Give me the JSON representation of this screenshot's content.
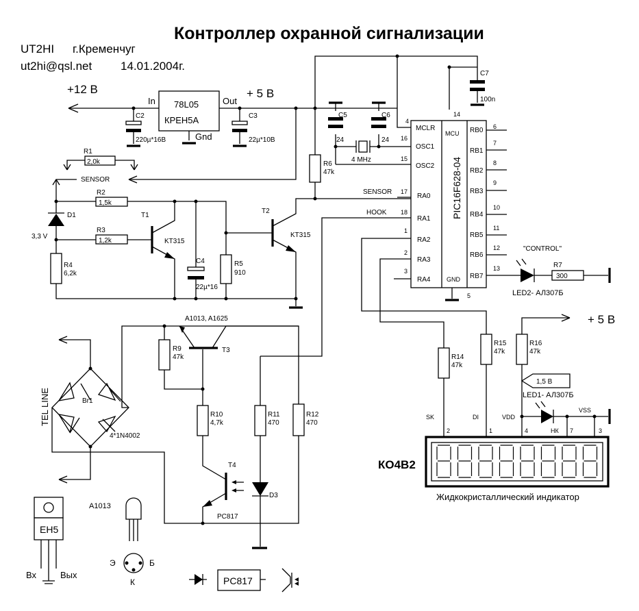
{
  "header": {
    "title": "Контроллер охранной сигнализации",
    "author": "UT2HI",
    "city": "г.Кременчуг",
    "email": "ut2hi@qsl.net",
    "date": "14.01.2004г."
  },
  "power": {
    "v12": "+12 В",
    "v5": "+ 5 В",
    "v5b": "+ 5 В",
    "reg_in": "In",
    "reg_out": "Out",
    "reg_gnd": "Gnd",
    "reg_name1": "78L05",
    "reg_name2": "КРЕН5А"
  },
  "caps": {
    "c2": "C2",
    "c2v": "220µ*16В",
    "c3": "C3",
    "c3v": "22µ*10В",
    "c4": "C4",
    "c4v": "22µ*16",
    "c5": "C5",
    "c5v": "24",
    "c6": "C6",
    "c6v": "24",
    "c7": "C7",
    "c7v": "100n"
  },
  "res": {
    "r1": "R1",
    "r1v": "2,0k",
    "r2": "R2",
    "r2v": "1,5k",
    "r3": "R3",
    "r3v": "1,2k",
    "r4": "R4",
    "r4v": "6,2k",
    "r5": "R5",
    "r5v": "910",
    "r6": "R6",
    "r6v": "47k",
    "r7": "R7",
    "r7v": "300",
    "r9": "R9",
    "r9v": "47k",
    "r10": "R10",
    "r10v": "4,7k",
    "r11": "R11",
    "r11v": "470",
    "r12": "R12",
    "r12v": "470",
    "r14": "R14",
    "r14v": "47k",
    "r15": "R15",
    "r15v": "47k",
    "r16": "R16",
    "r16v": "47k"
  },
  "semis": {
    "d1": "D1",
    "d1v": "3,3 V",
    "t1": "T1",
    "t1v": "KT315",
    "t2": "T2",
    "t2v": "KT315",
    "t3": "T3",
    "t3v": "A1013, A1625",
    "t4": "T4",
    "t4v": "PC817",
    "d3": "D3",
    "br1": "Br1",
    "br1v": "4*1N4002",
    "led2": "LED2- АЛ307Б",
    "led1": "LED1- АЛ307Б",
    "led1v": "1,5 В",
    "control": "\"CONTROL\""
  },
  "mcu": {
    "name": "PIC16F628-04",
    "mcu": "MCU",
    "mclr": "MCLR",
    "osc1": "OSC1",
    "osc2": "OSC2",
    "ra0": "RA0",
    "ra1": "RA1",
    "ra2": "RA2",
    "ra3": "RA3",
    "ra4": "RA4",
    "gnd": "GND",
    "rb0": "RB0",
    "rb1": "RB1",
    "rb2": "RB2",
    "rb3": "RB3",
    "rb4": "RB4",
    "rb5": "RB5",
    "rb6": "RB6",
    "rb7": "RB7",
    "p4": "4",
    "p14": "14",
    "p16": "16",
    "p15": "15",
    "p17": "17",
    "p18": "18",
    "p1": "1",
    "p2": "2",
    "p3": "3",
    "p5": "5",
    "p6": "6",
    "p7": "7",
    "p8": "8",
    "p9": "9",
    "p10": "10",
    "p11": "11",
    "p12": "12",
    "p13": "13",
    "crystal": "4 MHz",
    "p24a": "24",
    "p24b": "24"
  },
  "nets": {
    "sensor": "SENSOR",
    "sensor2": "SENSOR",
    "hook": "HOOK",
    "tel": "TEL LINE"
  },
  "lcd": {
    "name": "КО4В2",
    "caption": "Жидкокристаллический индикатор",
    "sk": "SK",
    "di": "DI",
    "vdd": "VDD",
    "nk": "НК",
    "vss": "VSS",
    "p2": "2",
    "p1": "1",
    "p4": "4",
    "p7": "7",
    "p3": "3"
  },
  "legend": {
    "a1013": "A1013",
    "eh5": "ЕН5",
    "vx": "Вх",
    "vyx": "Вых",
    "e": "Э",
    "b": "Б",
    "k": "К",
    "pc817": "PC817"
  }
}
